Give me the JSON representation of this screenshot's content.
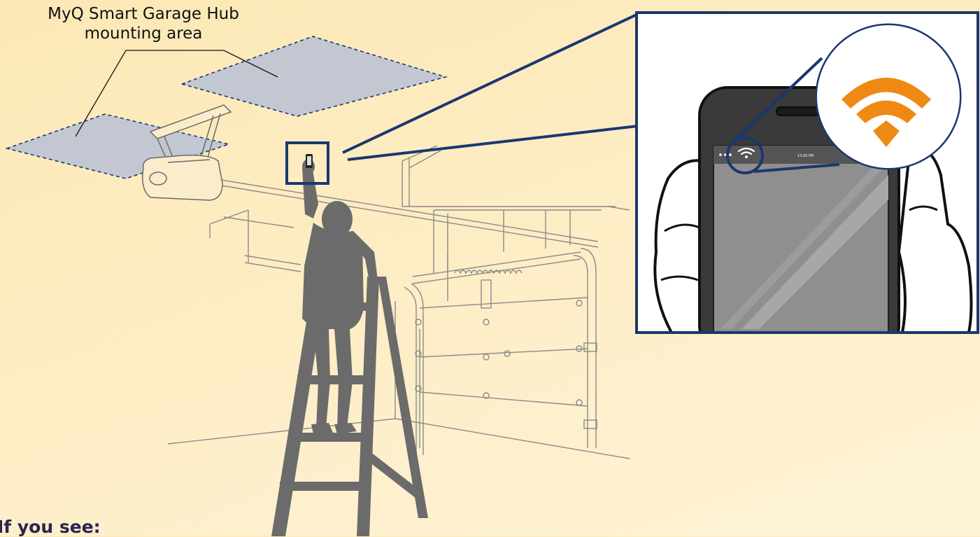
{
  "labels": {
    "mounting_area_line1": "MyQ Smart Garage Hub",
    "mounting_area_line2": "mounting area",
    "phone_time": "12:00 PM",
    "footer_text": "If you see:"
  },
  "colors": {
    "background": "#fdedc4",
    "mounting_area_fill": "#c3c7d2",
    "highlight_frame": "#1b3770",
    "wifi_icon": "#ee8a14",
    "figure": "#6b6b6b",
    "garage_lines": "#8a8a8a",
    "phone_body": "#3a3a3a",
    "phone_screen": "#8f8f8f"
  },
  "icons": [
    "wifi-icon",
    "smartphone-icon",
    "person-silhouette",
    "ladder",
    "garage-door-opener",
    "garage-door"
  ]
}
